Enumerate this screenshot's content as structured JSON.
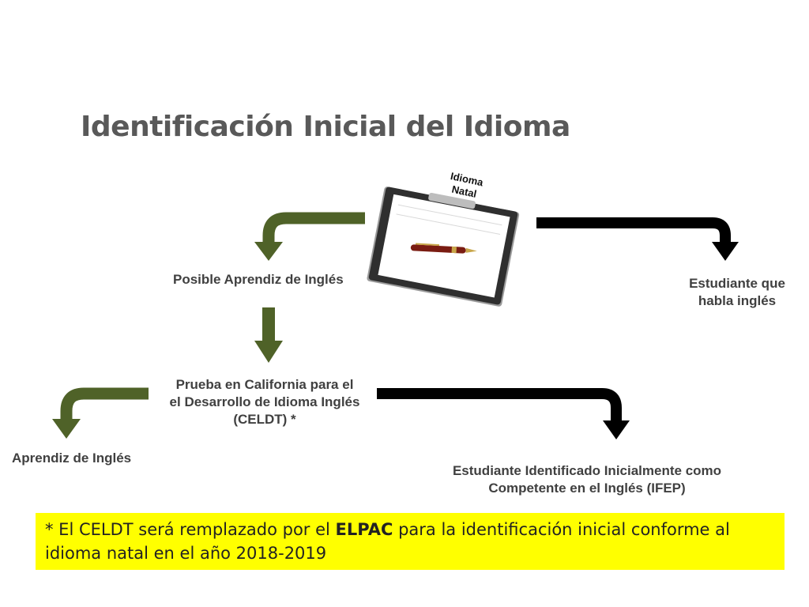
{
  "title": "Identificación Inicial del Idioma",
  "clipboard": {
    "label_line1": "Idioma",
    "label_line2": "Natal"
  },
  "nodes": {
    "posible_aprendiz": "Posible Aprendiz de Inglés",
    "estudiante_ingles_line1": "Estudiante que",
    "estudiante_ingles_line2": "habla inglés",
    "celdt_line1": "Prueba en California para el",
    "celdt_line2": "el Desarrollo de Idioma Inglés",
    "celdt_line3": "(CELDT) *",
    "aprendiz_ingles": "Aprendiz de Inglés",
    "ifep_line1": "Estudiante Identificado Inicialmente como",
    "ifep_line2": "Competente en el Inglés (IFEP)"
  },
  "note": {
    "prefix": "* El CELDT será remplazado por el ",
    "highlight": "ELPAC",
    "suffix": " para la identificación inicial conforme al idioma natal en el año 2018-2019"
  },
  "colors": {
    "green_arrow": "#4f6228",
    "black_arrow": "#000000",
    "highlight_bg": "#ffff00",
    "title": "#595959"
  }
}
